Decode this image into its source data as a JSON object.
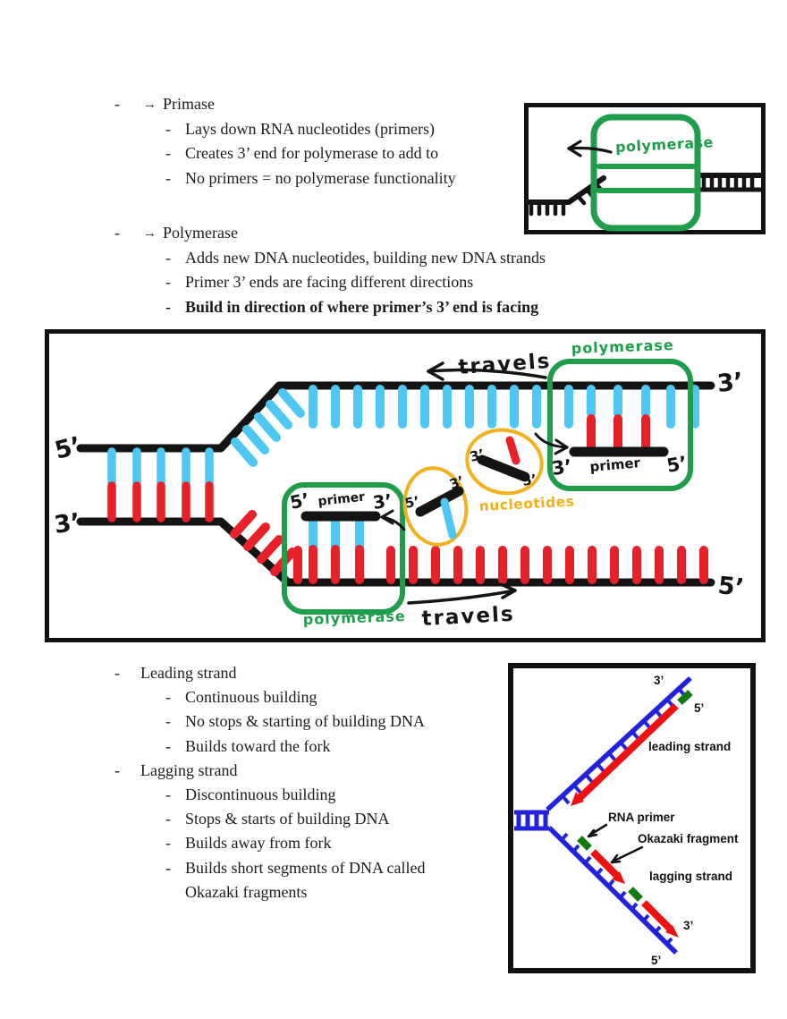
{
  "colors": {
    "hand_green": "#1f9d4b",
    "hand_red": "#e62129",
    "hand_blue": "#4ec7f2",
    "hand_yellow": "#f3b11d",
    "ink": "#141414",
    "diagram_blue": "#2222dd",
    "diagram_red": "#ee1111",
    "diagram_green": "#117a11"
  },
  "notes": {
    "bullet_dash": "-",
    "bullet_arrow": "→",
    "primase": {
      "title": "Primase",
      "items": [
        "Lays down RNA nucleotides (primers)",
        "Creates 3’ end for polymerase to add to",
        "No primers = no polymerase functionality"
      ]
    },
    "polymerase": {
      "title": "Polymerase",
      "items": [
        "Adds new DNA nucleotides, building new DNA strands",
        "Primer 3’ ends are facing different directions"
      ],
      "bold_item": "Build in direction of where primer’s 3’ end is facing"
    },
    "leading": {
      "title": "Leading strand",
      "items": [
        "Continuous building",
        "No stops & starting of building DNA",
        "Builds toward the fork"
      ]
    },
    "lagging": {
      "title": "Lagging strand",
      "items": [
        "Discontinuous building",
        "Stops & starts of building DNA",
        "Builds away from fork",
        "Builds short segments of DNA called Okazaki fragments"
      ]
    }
  },
  "polymerase_sketch": {
    "label": "polymerase"
  },
  "fork_sketch": {
    "travels_top": "travels",
    "travels_bottom": "travels",
    "polymerase_top": "polymerase",
    "polymerase_bottom": "polymerase",
    "primer_top": "primer",
    "primer_bottom": "primer",
    "nucleotides": "nucleotides",
    "end_top_left": "5’",
    "end_bottom_left": "3’",
    "end_top_right": "3’",
    "end_bottom_right": "5’",
    "primer_top_left_end": "3’",
    "primer_top_right_end": "5’",
    "primer_bottom_left_end": "5’",
    "primer_bottom_right_end": "3’",
    "nucleotide_blue_left_end": "5’",
    "nucleotide_blue_right_end": "3’",
    "nucleotide_red_left_end": "3’",
    "nucleotide_red_right_end": "5’"
  },
  "strand_diagram": {
    "top_three": "3’",
    "top_five": "5’",
    "leading_label": "leading strand",
    "rna_primer_label": "RNA primer",
    "okazaki_label": "Okazaki fragment",
    "lagging_label": "lagging strand",
    "bottom_three": "3’",
    "bottom_five": "5’"
  }
}
